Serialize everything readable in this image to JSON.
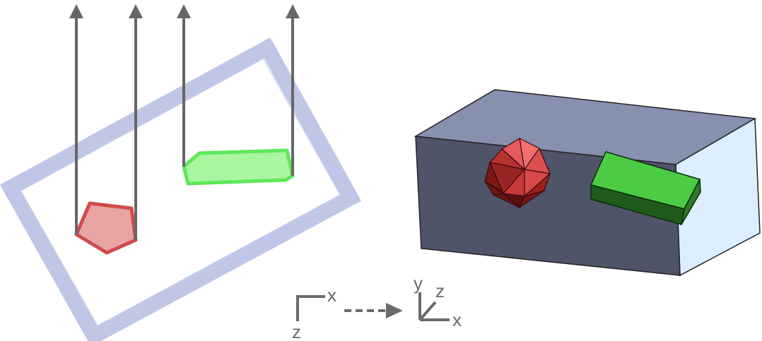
{
  "colors": {
    "frame": "#a9b3dd",
    "arrow": "#666666",
    "red_fill": "#e9a3a3",
    "red_stroke": "#d04b4b",
    "green_fill": "#a9f5a0",
    "green_stroke": "#5ee85a",
    "box_front": "#4f5468",
    "box_top": "#8890b0",
    "box_side": "#ddeefe",
    "green_box_top": "#4ccc44",
    "green_box_side": "#1f5c1c",
    "red_ico_light": "#e55a5a",
    "red_ico_dark": "#8a1c1c",
    "axes_gray": "#6a6a6a"
  },
  "axes_left": {
    "x_label": "x",
    "z_label": "z"
  },
  "axes_right": {
    "y_label": "y",
    "z_label": "z",
    "x_label": "x"
  },
  "icons": {
    "arrow": "up-arrow-icon",
    "transform": "dashed-arrow-icon"
  }
}
